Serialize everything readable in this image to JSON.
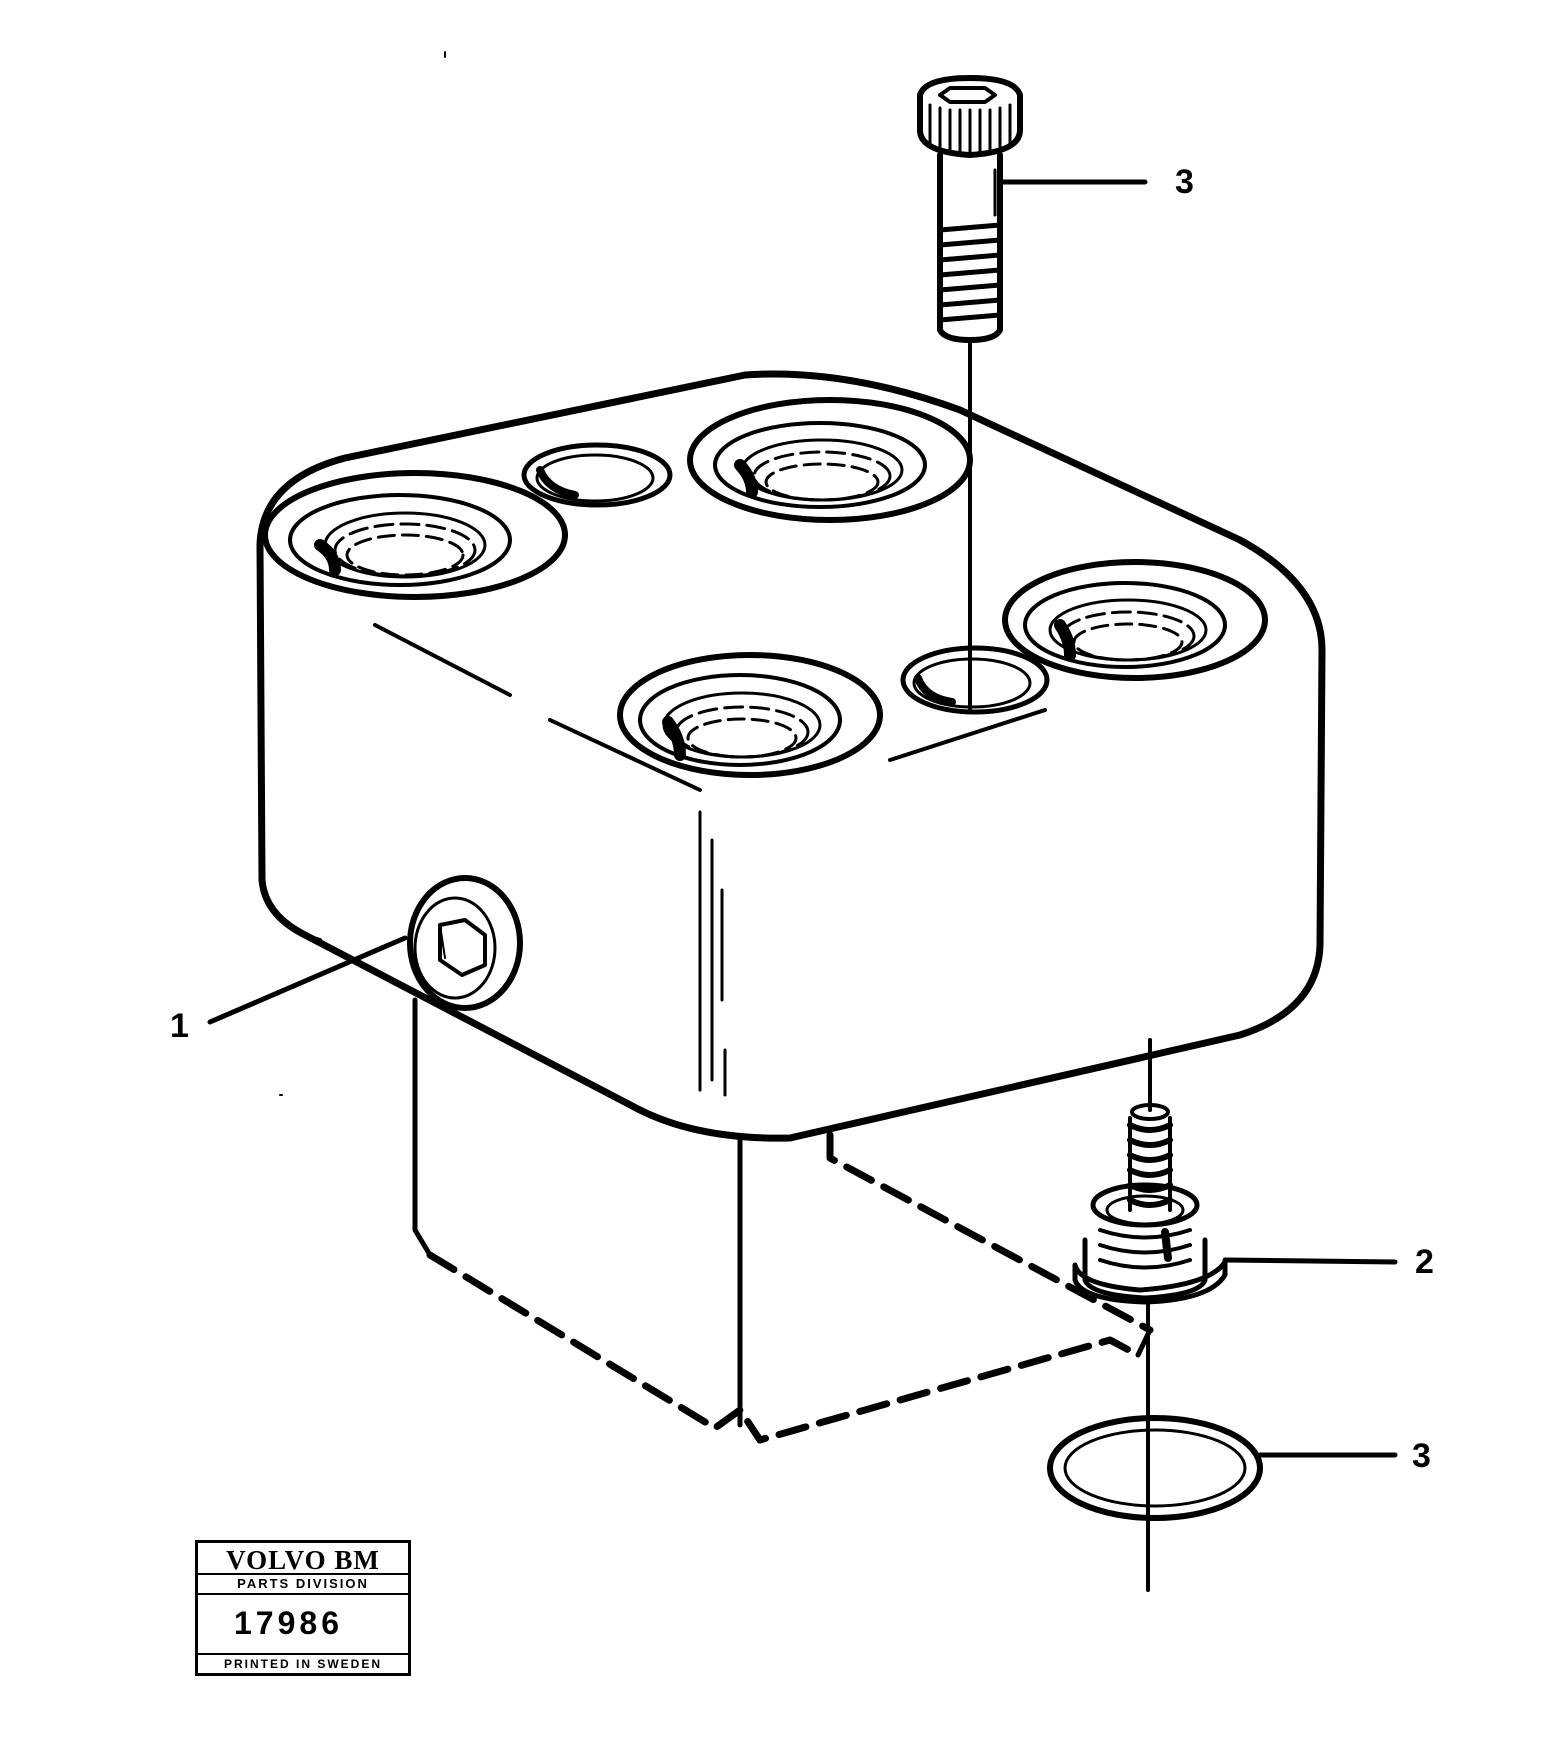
{
  "diagram": {
    "callouts": [
      {
        "id": "bolt",
        "label": "3"
      },
      {
        "id": "plug",
        "label": "1"
      },
      {
        "id": "valve",
        "label": "2"
      },
      {
        "id": "oring",
        "label": "3"
      }
    ]
  },
  "stamp": {
    "brand": "VOLVO BM",
    "division": "PARTS DIVISION",
    "number": "17986",
    "printed": "PRINTED IN SWEDEN"
  }
}
